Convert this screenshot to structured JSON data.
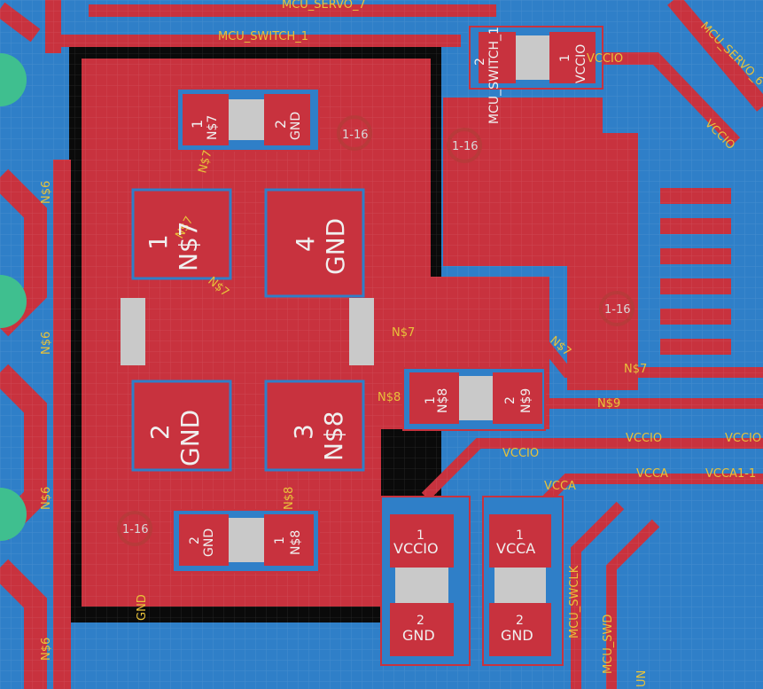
{
  "colors": {
    "background": "#2f7fc8",
    "top_copper": "#c8323e",
    "pour_edge": "#0a0a0a",
    "silk_label": "#e8c23a",
    "pad_text": "#f0f0f0",
    "via_ring": "#b83a3a",
    "through_hole": "#3fbf8f",
    "pad_metal": "#c9c9c9"
  },
  "net_labels": {
    "mcu_servo_7": "MCU_SERVO_7",
    "mcu_switch_1": "MCU_SWITCH_1",
    "mcu_servo_6": "MCU_SERVO_6",
    "vccio_top": "VCCIO",
    "vccio_right": "VCCIO",
    "ns7_a": "N$7",
    "ns7_b": "N$7",
    "ns7_c": "N$7",
    "ns7_d": "N$7",
    "ns7_e": "N$7",
    "ns8_a": "N$8",
    "ns8_b": "N$8",
    "ns9": "N$9",
    "vccio_a": "VCCIO",
    "vccio_b": "VCCIO",
    "vccio_c": "VCCIO",
    "vcca_a": "VCCA",
    "vcca_b": "VCCA",
    "vcca_c": "VCCA1-1",
    "ns6_1": "N$6",
    "ns6_2": "N$6",
    "ns6_3": "N$6",
    "ns6_4": "N$6",
    "mcu_swclk": "MCU_SWCLK",
    "mcu_swd": "MCU_SWD",
    "un": "UN",
    "gnd_pour": "GND",
    "ns8_small": "N$8",
    "ns7_small": "N$7"
  },
  "pads": {
    "top_left_pin1": "1",
    "top_left_net1": "N$7",
    "top_left_pin2": "2",
    "top_left_net2": "GND",
    "switch_pin2": "2",
    "switch_net2": "MCU_SWITCH_1",
    "switch_pin1": "1",
    "switch_net1": "VCCIO",
    "big1_pin": "1",
    "big1_net": "N$7",
    "big4_pin": "4",
    "big4_net": "GND",
    "big2_pin": "2",
    "big2_net": "GND",
    "big3_pin": "3",
    "big3_net": "N$8",
    "mid_pin1": "1",
    "mid_net1": "N$8",
    "mid_pin2": "2",
    "mid_net2": "N$9",
    "bot_left_pin2": "2",
    "bot_left_net2": "GND",
    "bot_left_pin1": "1",
    "bot_left_net1": "N$8",
    "cap1_pin1": "1",
    "cap1_net1": "VCCIO",
    "cap1_pin2": "2",
    "cap1_net2": "GND",
    "cap2_pin1": "1",
    "cap2_net1": "VCCA",
    "cap2_pin2": "2",
    "cap2_net2": "GND"
  },
  "vias": {
    "v1": "1-16",
    "v2": "1-16",
    "v3": "1-16",
    "v4": "1-16"
  }
}
